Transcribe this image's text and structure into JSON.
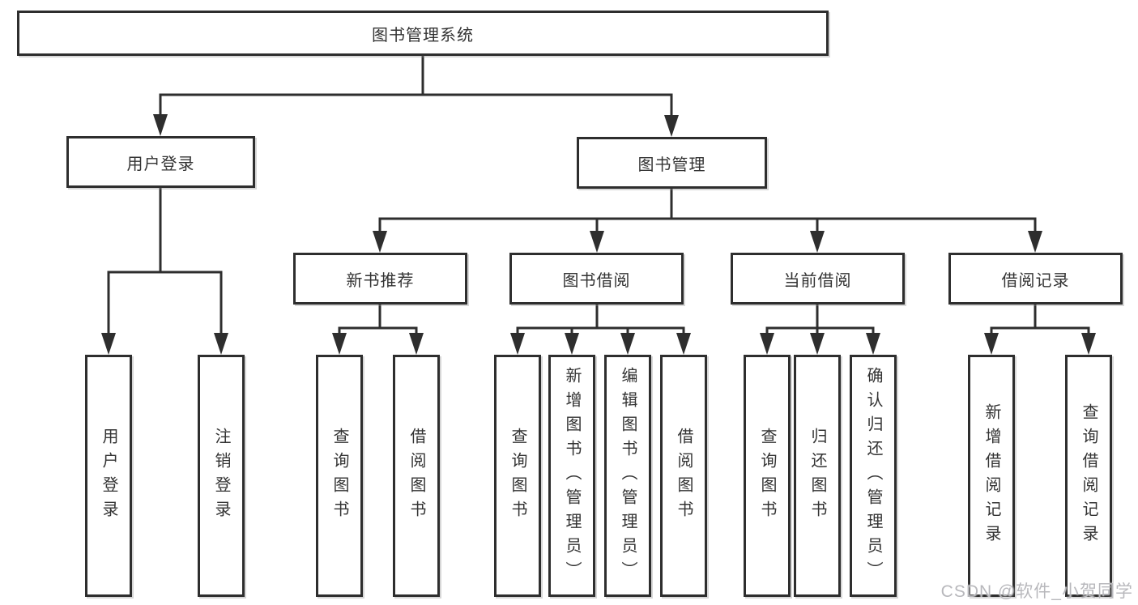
{
  "diagram": {
    "root": {
      "label": "图书管理系统"
    },
    "branches": [
      {
        "label": "用户登录",
        "children": [
          {
            "label": "用户登录"
          },
          {
            "label": "注销登录"
          }
        ]
      },
      {
        "label": "图书管理",
        "children": [
          {
            "label": "新书推荐",
            "children": [
              {
                "label": "查询图书"
              },
              {
                "label": "借阅图书"
              }
            ]
          },
          {
            "label": "图书借阅",
            "children": [
              {
                "label": "查询图书"
              },
              {
                "label": "新增图书（管理员）"
              },
              {
                "label": "编辑图书（管理员）"
              },
              {
                "label": "借阅图书"
              }
            ]
          },
          {
            "label": "当前借阅",
            "children": [
              {
                "label": "查询图书"
              },
              {
                "label": "归还图书"
              },
              {
                "label": "确认归还（管理员）"
              }
            ]
          },
          {
            "label": "借阅记录",
            "children": [
              {
                "label": "新增借阅记录"
              },
              {
                "label": "查询借阅记录"
              }
            ]
          }
        ]
      }
    ]
  },
  "watermark": {
    "text": "CSDN @软件_小贺同学"
  },
  "colors": {
    "line": "#2e2e2e",
    "border": "#2e2e2e",
    "text": "#333333",
    "watermark": "#b8b8bc",
    "background": "#ffffff"
  }
}
